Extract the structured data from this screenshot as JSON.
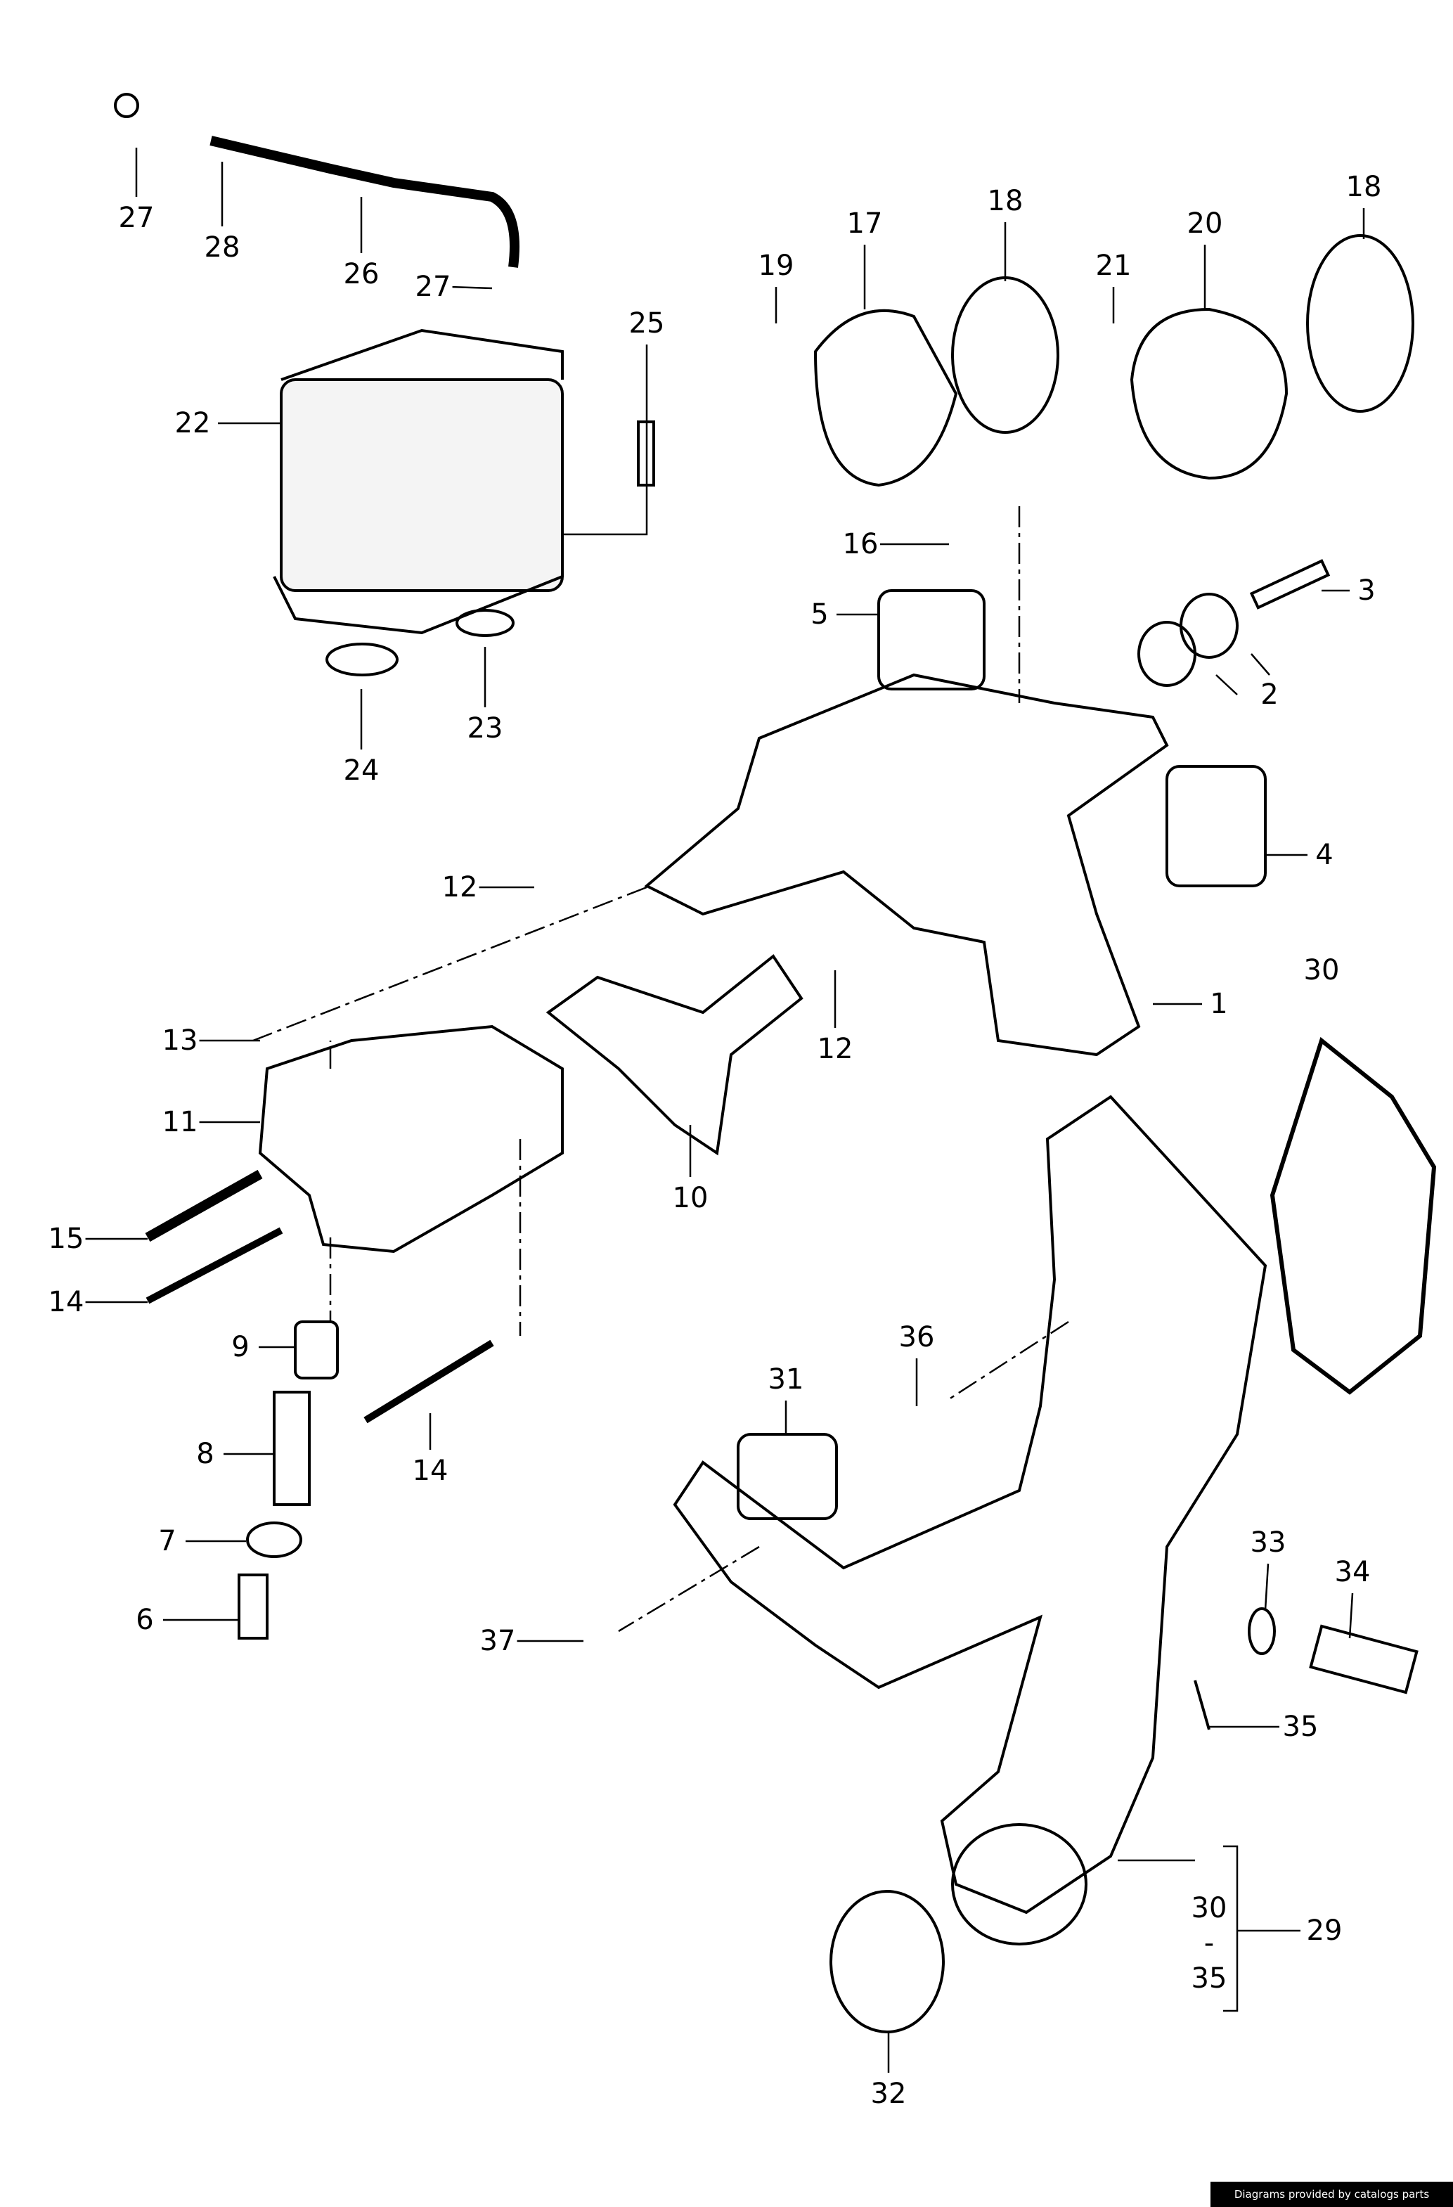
{
  "diagram": {
    "callouts": [
      "27",
      "28",
      "26",
      "27",
      "22",
      "25",
      "24",
      "23",
      "19",
      "17",
      "18",
      "21",
      "20",
      "18",
      "16",
      "5",
      "3",
      "2",
      "4",
      "12",
      "12",
      "1",
      "30",
      "13",
      "11",
      "10",
      "15",
      "14",
      "9",
      "36",
      "31",
      "8",
      "14",
      "7",
      "33",
      "34",
      "6",
      "37",
      "35",
      "30",
      "-",
      "35",
      "29",
      "32"
    ]
  },
  "footer": {
    "credit": "Diagrams provided by catalogs parts"
  }
}
